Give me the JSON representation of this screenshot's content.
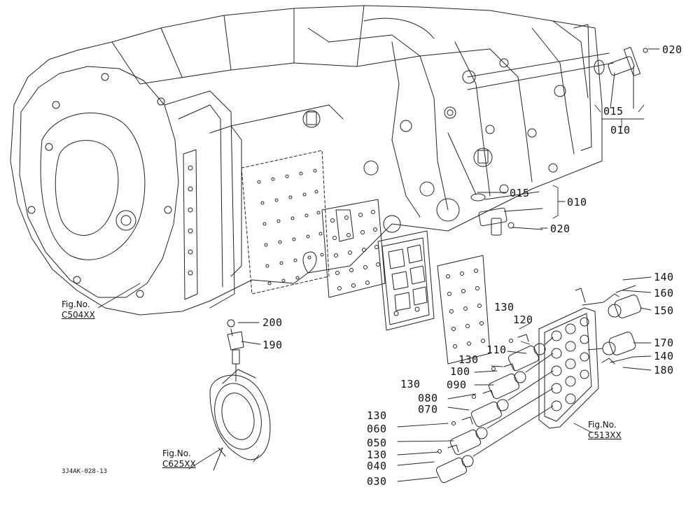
{
  "diagram": {
    "drawing_code": "3J4AK-028-13",
    "figure_refs": [
      {
        "id": "c504",
        "caption": "Fig.No.",
        "code": "C504XX"
      },
      {
        "id": "c625",
        "caption": "Fig.No.",
        "code": "C625XX"
      },
      {
        "id": "c513",
        "caption": "Fig.No.",
        "code": "C513XX"
      }
    ],
    "callouts": [
      {
        "id": "c020a",
        "text": "020"
      },
      {
        "id": "c015a",
        "text": "015"
      },
      {
        "id": "c010a",
        "text": "010"
      },
      {
        "id": "c015b",
        "text": "015"
      },
      {
        "id": "c010b",
        "text": "010"
      },
      {
        "id": "c020b",
        "text": "020"
      },
      {
        "id": "c140a",
        "text": "140"
      },
      {
        "id": "c160",
        "text": "160"
      },
      {
        "id": "c150",
        "text": "150"
      },
      {
        "id": "c130a",
        "text": "130"
      },
      {
        "id": "c120",
        "text": "120"
      },
      {
        "id": "c110",
        "text": "110"
      },
      {
        "id": "c170",
        "text": "170"
      },
      {
        "id": "c140b",
        "text": "140"
      },
      {
        "id": "c180",
        "text": "180"
      },
      {
        "id": "c130b",
        "text": "130"
      },
      {
        "id": "c100",
        "text": "100"
      },
      {
        "id": "c130c",
        "text": "130"
      },
      {
        "id": "c090",
        "text": "090"
      },
      {
        "id": "c080",
        "text": "080"
      },
      {
        "id": "c070",
        "text": "070"
      },
      {
        "id": "c130d",
        "text": "130"
      },
      {
        "id": "c060",
        "text": "060"
      },
      {
        "id": "c050",
        "text": "050"
      },
      {
        "id": "c130e",
        "text": "130"
      },
      {
        "id": "c040",
        "text": "040"
      },
      {
        "id": "c030",
        "text": "030"
      },
      {
        "id": "c200",
        "text": "200"
      },
      {
        "id": "c190",
        "text": "190"
      }
    ]
  }
}
